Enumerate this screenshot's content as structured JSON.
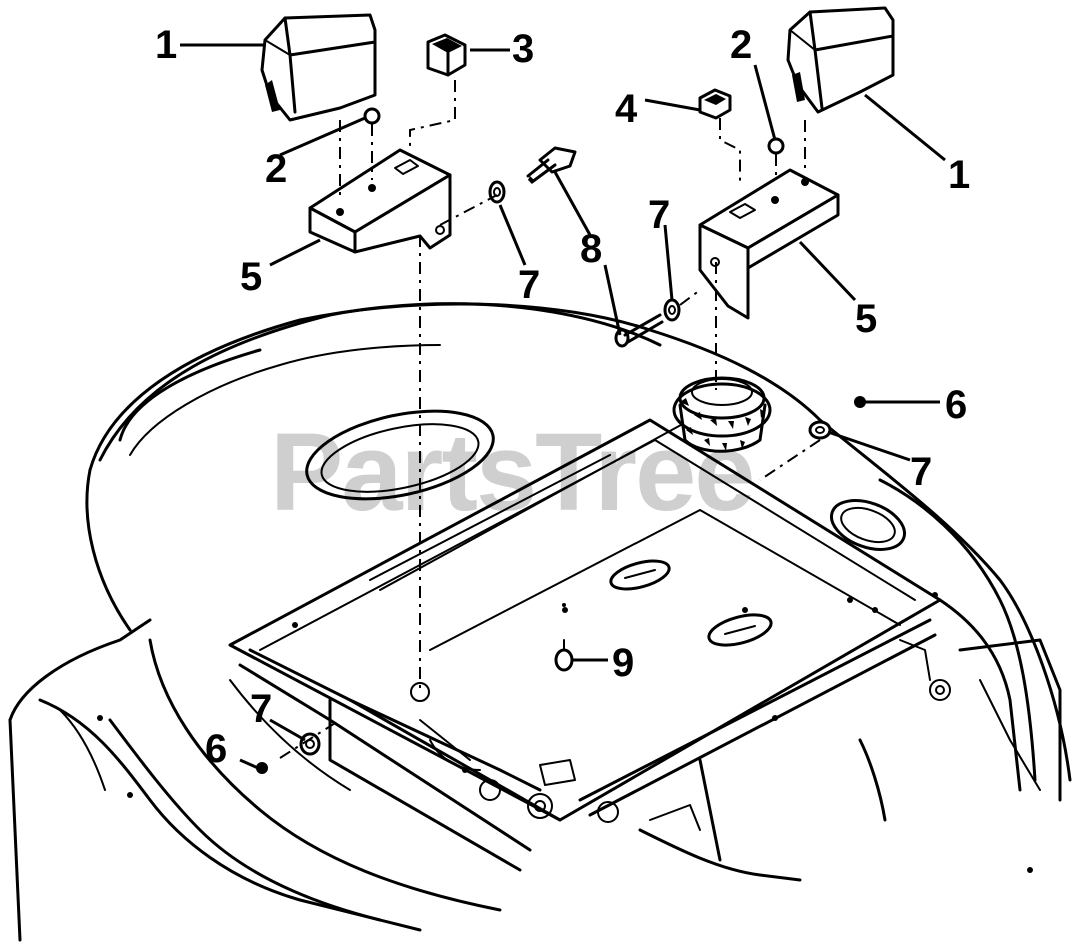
{
  "watermark": "PartsTree",
  "callouts": {
    "c1_left": "1",
    "c1_right": "1",
    "c2_left": "2",
    "c2_right": "2",
    "c3": "3",
    "c4": "4",
    "c5_left": "5",
    "c5_right": "5",
    "c6_right": "6",
    "c6_left": "6",
    "c7_a": "7",
    "c7_b": "7",
    "c7_c": "7",
    "c7_d": "7",
    "c8": "8",
    "c9": "9"
  }
}
